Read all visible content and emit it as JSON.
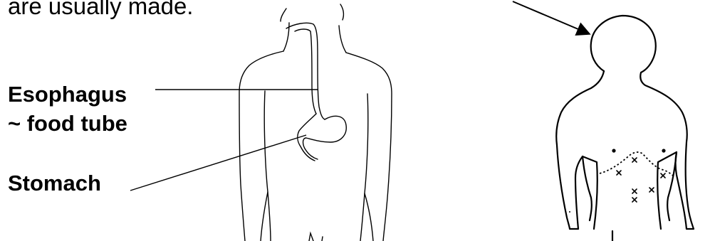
{
  "text": {
    "caption_fragment": "are usually made.",
    "esophagus_line1": "Esophagus",
    "esophagus_line2": "~ food tube",
    "stomach": "Stomach"
  },
  "colors": {
    "ink": "#000000",
    "background": "#ffffff"
  },
  "icons": {
    "left_figure": "torso-with-esophagus-and-stomach",
    "right_figure": "body-outline-with-marks"
  }
}
